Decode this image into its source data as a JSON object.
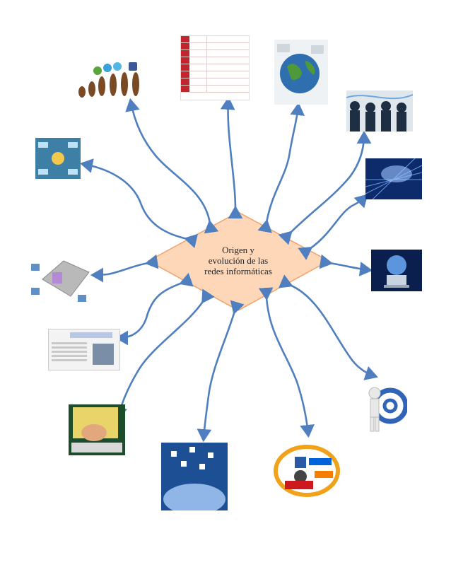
{
  "center": {
    "line1": "Origen y",
    "line2": "evolución de las",
    "line3": "redes informáticas",
    "fill_color": "#fdd7b8",
    "border_color": "#f0a26a"
  },
  "arrow_color": "#4f7fbf",
  "images": [
    {
      "name": "evolution-image"
    },
    {
      "name": "spreadsheet-image"
    },
    {
      "name": "globe-image"
    },
    {
      "name": "network-people-image"
    },
    {
      "name": "network-lines-image"
    },
    {
      "name": "laptop-globe-image"
    },
    {
      "name": "mindmap-image"
    },
    {
      "name": "client-server-image"
    },
    {
      "name": "document-image"
    },
    {
      "name": "hand-screen-image"
    },
    {
      "name": "crowd-network-image"
    },
    {
      "name": "social-logos-image"
    },
    {
      "name": "at-sign-man-image"
    }
  ]
}
